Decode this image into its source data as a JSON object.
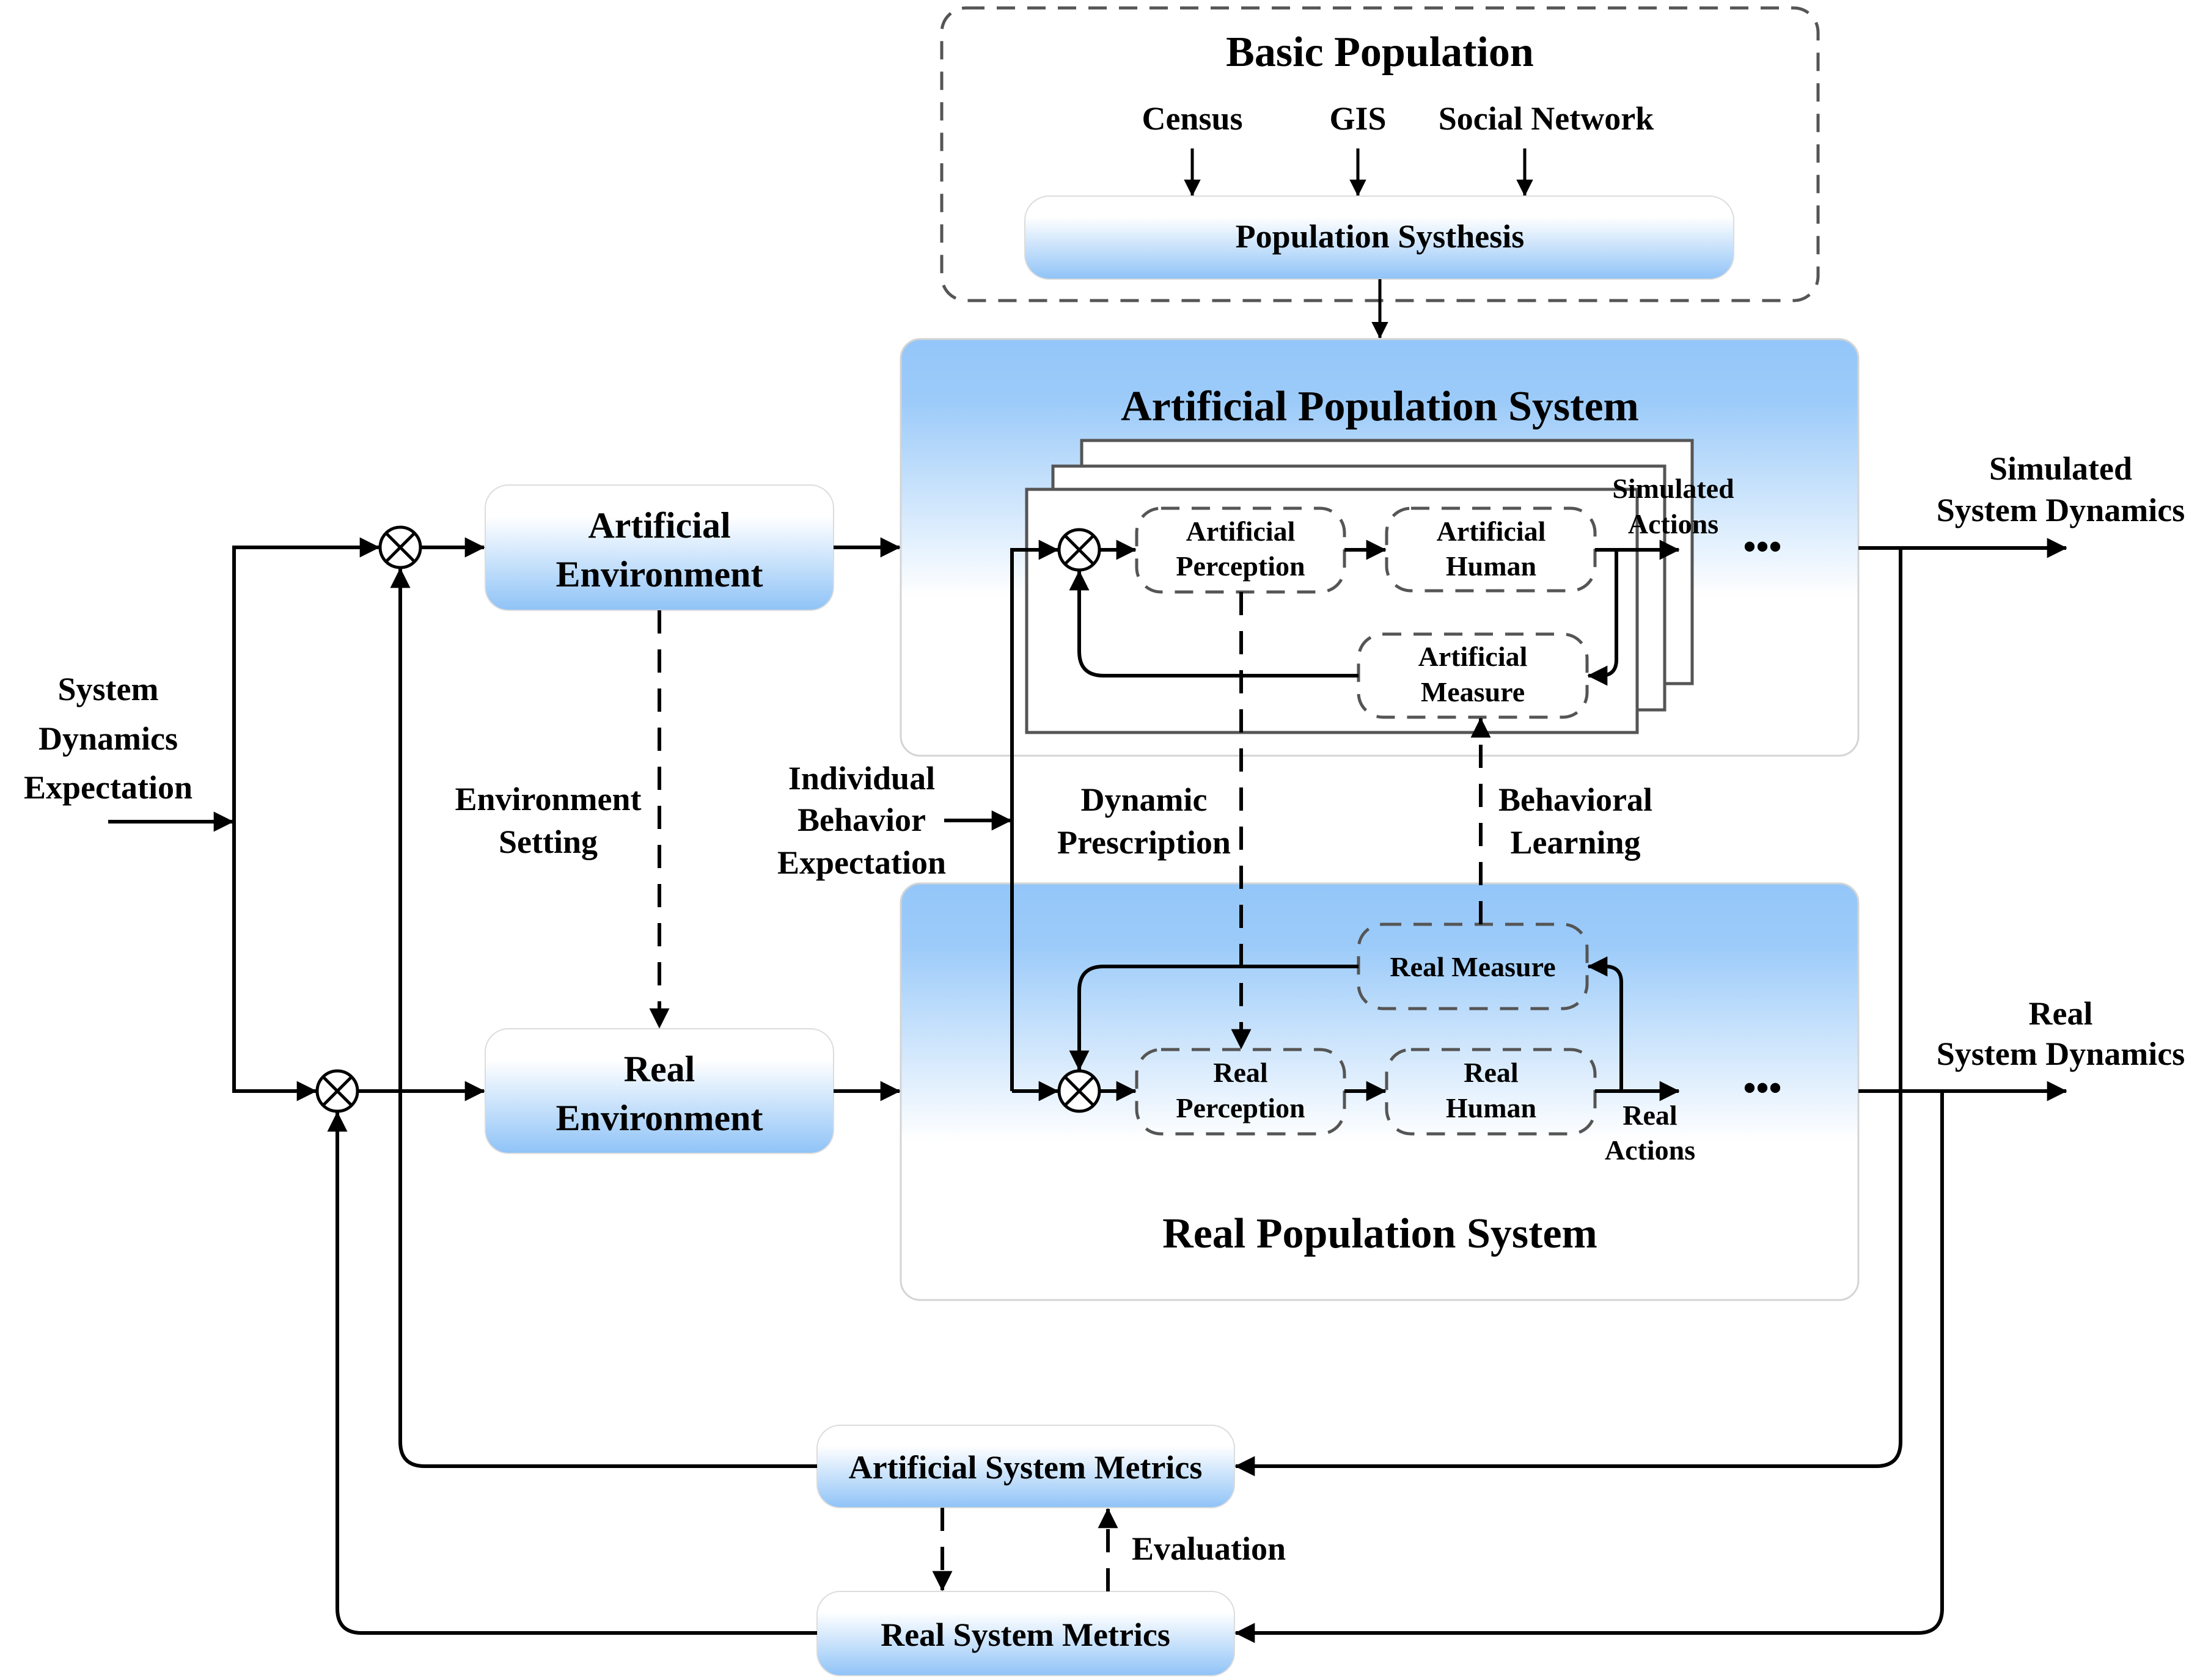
{
  "figure": {
    "colors": {
      "panel_top": "#94c6f9",
      "panel_bottom": "#ffffff",
      "capsule_top": "#ffffff",
      "capsule_bottom": "#93c5f8",
      "line": "#000000",
      "dashed_box": "#555555"
    },
    "basic_population": {
      "title": "Basic Population",
      "sources": [
        "Census",
        "GIS",
        "Social Network"
      ],
      "synthesis": "Population Systhesis"
    },
    "artificial_population_system": {
      "title": "Artificial Population System",
      "perception": [
        "Artificial",
        "Perception"
      ],
      "human": [
        "Artificial",
        "Human"
      ],
      "measure": [
        "Artificial",
        "Measure"
      ],
      "actions_label": [
        "Simulated",
        "Actions"
      ],
      "ellipsis": "•••"
    },
    "real_population_system": {
      "title": "Real Population System",
      "perception": [
        "Real",
        "Perception"
      ],
      "human": [
        "Real",
        "Human"
      ],
      "measure": "Real Measure",
      "actions_label": [
        "Real",
        "Actions"
      ],
      "ellipsis": "•••"
    },
    "environments": {
      "artificial": [
        "Artificial",
        "Environment"
      ],
      "real": [
        "Real",
        "Environment"
      ],
      "setting_label": [
        "Environment",
        "Setting"
      ]
    },
    "inputs": {
      "system_expectation": [
        "System",
        "Dynamics",
        "Expectation"
      ],
      "individual_expectation": [
        "Individual",
        "Behavior",
        "Expectation"
      ]
    },
    "links": {
      "dynamic_prescription": [
        "Dynamic",
        "Prescription"
      ],
      "behavioral_learning": [
        "Behavioral",
        "Learning"
      ],
      "evaluation": "Evaluation"
    },
    "outputs": {
      "simulated": [
        "Simulated",
        "System Dynamics"
      ],
      "real": [
        "Real",
        "System Dynamics"
      ]
    },
    "metrics": {
      "artificial": "Artificial System Metrics",
      "real": "Real System Metrics"
    },
    "sum_junction_symbol": "⊗"
  }
}
